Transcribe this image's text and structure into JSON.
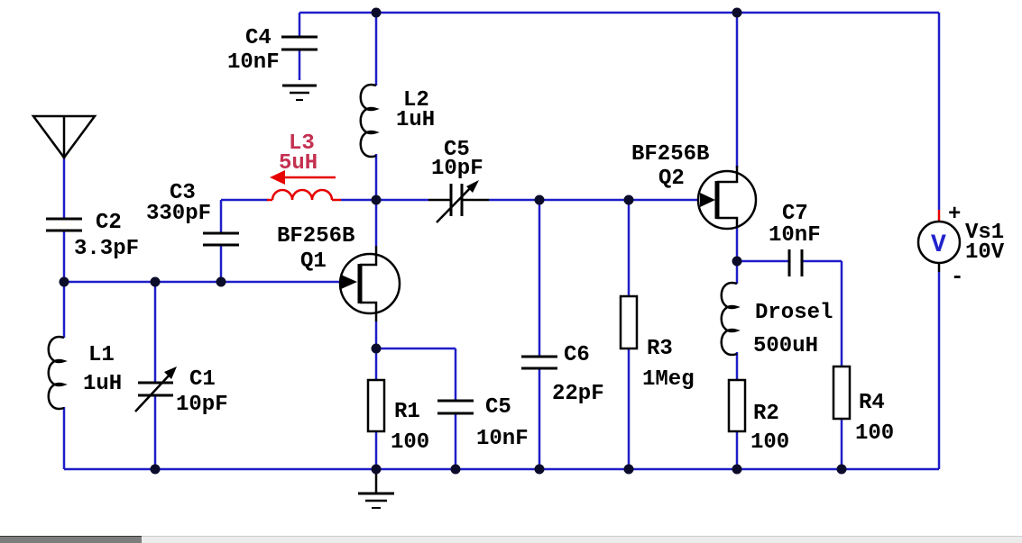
{
  "colors": {
    "background": "#FFFFFF",
    "wire": "#1E1EC8",
    "symbol": "#000000",
    "junction": "#0B0B2A",
    "highlight": "#E60000",
    "highlight_text": "#C43050",
    "meter": "#2222CC",
    "scrollbar_thumb": "#7D7D7D",
    "scrollbar_track": "#ECECEC"
  },
  "schematic": {
    "components": {
      "c4": {
        "ref": "C4",
        "value": "10nF"
      },
      "l2": {
        "ref": "L2",
        "value": "1uH"
      },
      "l3": {
        "ref": "L3",
        "value": "5uH"
      },
      "c3": {
        "ref": "C3",
        "value": "330pF"
      },
      "c2": {
        "ref": "C2",
        "value": "3.3pF"
      },
      "q1": {
        "part": "BF256B",
        "ref": "Q1"
      },
      "c5_tune": {
        "ref": "C5",
        "value": "10pF"
      },
      "q2": {
        "part": "BF256B",
        "ref": "Q2"
      },
      "c7": {
        "ref": "C7",
        "value": "10nF"
      },
      "vs1": {
        "ref": "Vs1",
        "value": "10V",
        "meter_letter": "V",
        "plus": "+",
        "minus": "-"
      },
      "l1": {
        "ref": "L1",
        "value": "1uH"
      },
      "c1": {
        "ref": "C1",
        "value": "10pF"
      },
      "r1": {
        "ref": "R1",
        "value": "100"
      },
      "c5_bypass": {
        "ref": "C5",
        "value": "10nF"
      },
      "c6": {
        "ref": "C6",
        "value": "22pF"
      },
      "r3": {
        "ref": "R3",
        "value": "1Meg"
      },
      "l_drosel": {
        "ref": "Drosel",
        "value": "500uH"
      },
      "r2": {
        "ref": "R2",
        "value": "100"
      },
      "r4": {
        "ref": "R4",
        "value": "100"
      }
    }
  }
}
